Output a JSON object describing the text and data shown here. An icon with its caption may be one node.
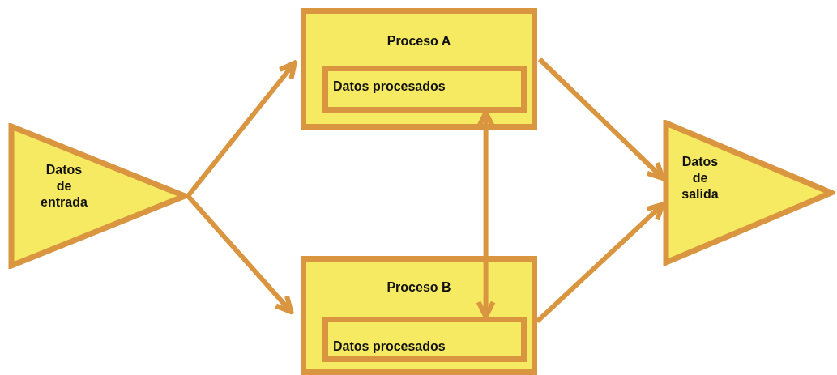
{
  "diagram": {
    "nodes": [
      {
        "text": [
          "Datos de entrada"
        ]
      },
      {
        "text": [
          "Proceso A"
        ]
      },
      {
        "text": [
          "Datos procesados"
        ],
        "in": 1
      },
      {
        "text": [
          "Proceso B"
        ]
      },
      {
        "text": [
          "Datos procesados"
        ],
        "in": 3
      },
      {
        "text": [
          "Datos de salida"
        ]
      }
    ],
    "edges": [
      {
        "from": 0,
        "to": 1,
        "arrow": "to"
      },
      {
        "from": 0,
        "to": 3,
        "arrow": "to"
      },
      {
        "from": 2,
        "to": 4,
        "arrow": "both"
      },
      {
        "from": 1,
        "to": 5,
        "arrow": "to"
      },
      {
        "from": 3,
        "to": 5,
        "arrow": "to"
      }
    ]
  }
}
